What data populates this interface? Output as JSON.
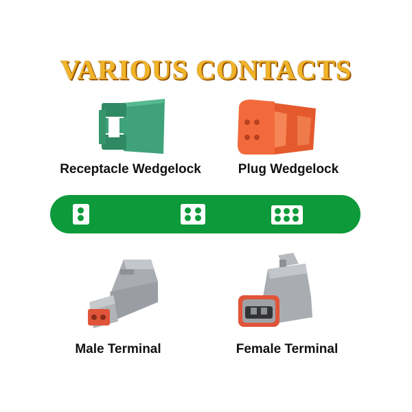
{
  "title": "VARIOUS CONTACTS",
  "labels": {
    "receptacle": "Receptacle Wedgelock",
    "plug": "Plug Wedgelock",
    "male": "Male Terminal",
    "female": "Female Terminal"
  },
  "band_cavities": [
    2,
    4,
    6
  ],
  "colors": {
    "title": "#f0b429",
    "band": "#0d9a3a",
    "receptacle_wedgelock": "#3fa27a",
    "plug_wedgelock": "#f26a3c",
    "connector_body": "#a9adb2",
    "seal": "#e0553a"
  }
}
